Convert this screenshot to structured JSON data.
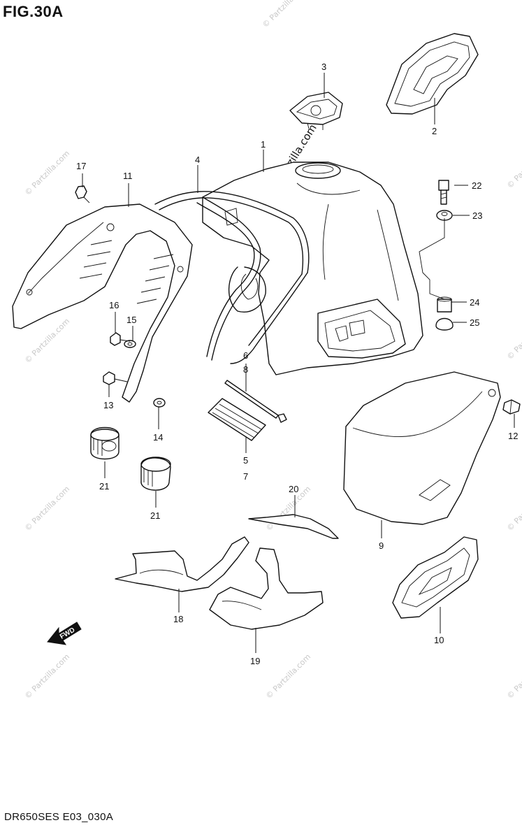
{
  "figure": {
    "title": "FIG.30A",
    "code": "DR650SES E03_030A"
  },
  "watermark": {
    "text": "© Partzilla.com"
  },
  "direction_arrow": {
    "label": "FWD"
  },
  "callouts": {
    "n1": "1",
    "n2": "2",
    "n3": "3",
    "n4": "4",
    "n5": "5",
    "n6": "6",
    "n7": "7",
    "n8": "8",
    "n9": "9",
    "n10": "10",
    "n11": "11",
    "n12": "12",
    "n13": "13",
    "n14": "14",
    "n15": "15",
    "n16": "16",
    "n17": "17",
    "n18": "18",
    "n19": "19",
    "n20": "20",
    "n21a": "21",
    "n21b": "21",
    "n22": "22",
    "n23": "23",
    "n24": "24",
    "n25": "25"
  }
}
